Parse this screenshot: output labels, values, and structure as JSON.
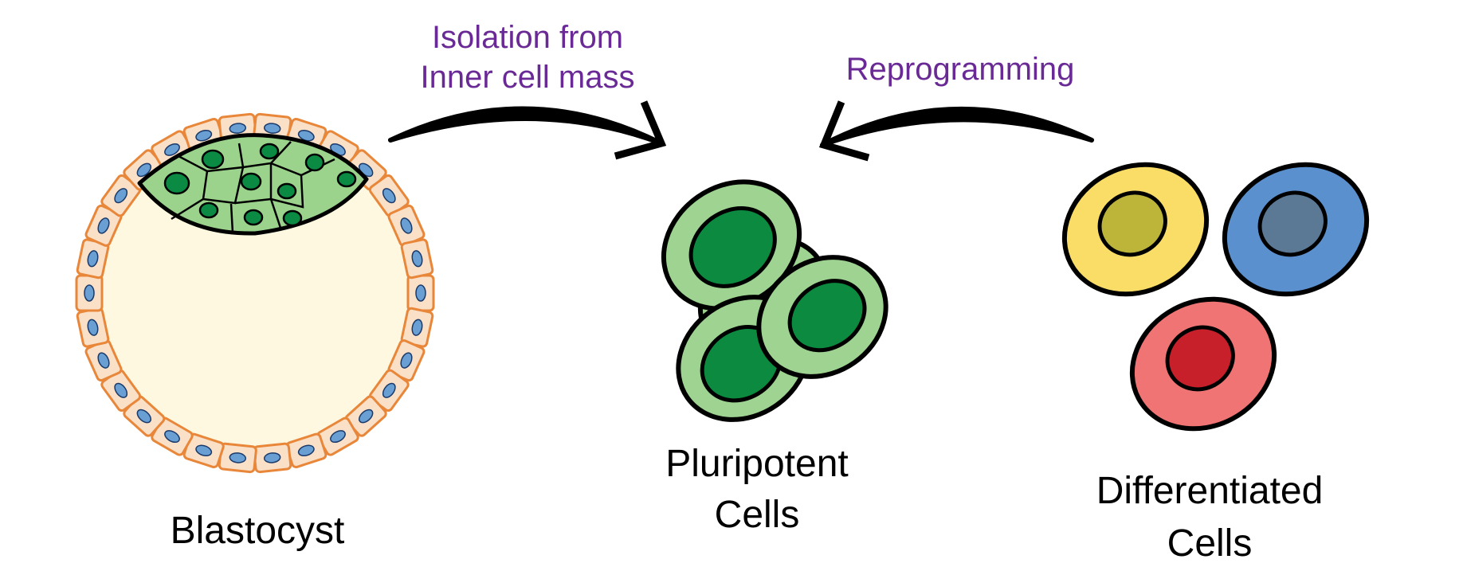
{
  "labels": {
    "blastocyst": "Blastocyst",
    "pluripotent_line1": "Pluripotent",
    "pluripotent_line2": "Cells",
    "differentiated_line1": "Differentiated",
    "differentiated_line2": "Cells",
    "isolation_line1": "Isolation from",
    "isolation_line2": "Inner cell mass",
    "reprogramming": "Reprogramming"
  },
  "colors": {
    "arrow_label": "#6a2a96",
    "blastocyst_cavity": "#fff8e0",
    "trophoblast_fill": "#fbe0c8",
    "trophoblast_stroke": "#e8873a",
    "trophoblast_nucleus": "#6a9fd4",
    "icm_fill": "#9cd38c",
    "icm_nucleus": "#0a8a42",
    "pluripotent_fill": "#9ed391",
    "pluripotent_nucleus": "#0b8a40",
    "yellow_cell": "#fadd66",
    "yellow_nucleus": "#bdb43a",
    "blue_cell": "#5b90cf",
    "blue_nucleus": "#5b7894",
    "red_cell": "#f07474",
    "red_nucleus": "#c8202a"
  }
}
